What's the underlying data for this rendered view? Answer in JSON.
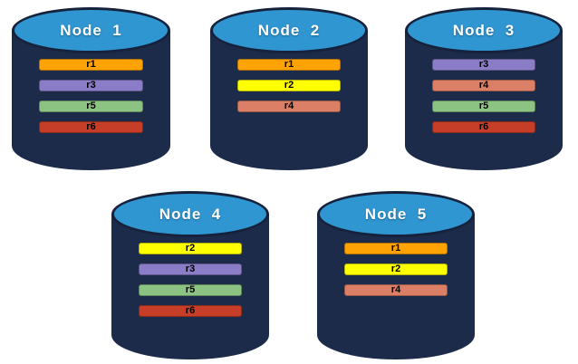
{
  "diagram": {
    "nodes": [
      {
        "label": "Node  1",
        "replicas": [
          "r1",
          "r3",
          "r5",
          "r6"
        ]
      },
      {
        "label": "Node  2",
        "replicas": [
          "r1",
          "r2",
          "r4"
        ]
      },
      {
        "label": "Node  3",
        "replicas": [
          "r3",
          "r4",
          "r5",
          "r6"
        ]
      },
      {
        "label": "Node  4",
        "replicas": [
          "r2",
          "r3",
          "r5",
          "r6"
        ]
      },
      {
        "label": "Node  5",
        "replicas": [
          "r1",
          "r2",
          "r4"
        ]
      }
    ],
    "replica_colors": {
      "r1": "#FFA305",
      "r2": "#FFFF00",
      "r3": "#8A7CC6",
      "r4": "#DB7F66",
      "r5": "#8CC382",
      "r6": "#C63E28"
    },
    "cylinder": {
      "body_color": "#1C2B4A",
      "top_color": "#3096D2",
      "outline_color": "#16223C"
    }
  }
}
